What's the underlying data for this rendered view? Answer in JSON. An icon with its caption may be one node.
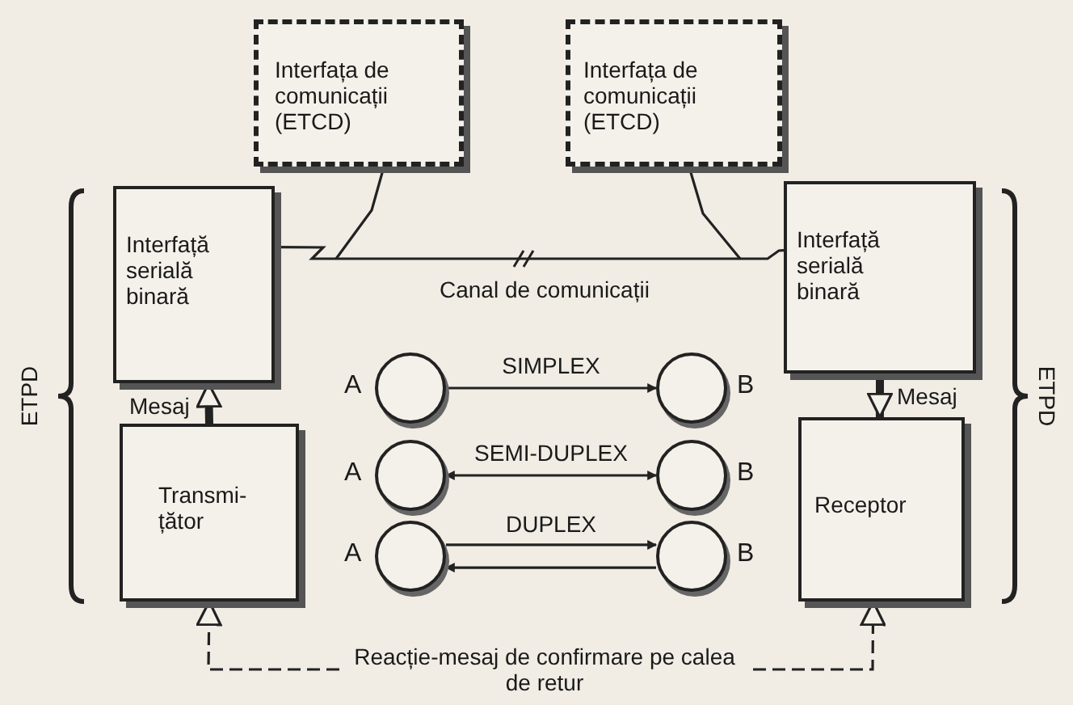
{
  "diagram": {
    "nodes": [
      {
        "text": [
          "Interfața de comunicații (ETCD)"
        ]
      },
      {
        "text": [
          "Interfața de comunicații (ETCD)"
        ]
      },
      {
        "text": [
          "Interfață serială binară"
        ]
      },
      {
        "text": [
          "Interfață serială binară"
        ]
      },
      {
        "text": [
          "Transmi- țător"
        ]
      },
      {
        "text": [
          "Receptor"
        ]
      },
      {
        "text": [],
        "shape": "circle",
        "beside": [
          "A"
        ]
      },
      {
        "text": [],
        "shape": "circle",
        "beside": [
          "B"
        ]
      },
      {
        "text": [],
        "shape": "circle",
        "beside": [
          "A"
        ]
      },
      {
        "text": [],
        "shape": "circle",
        "beside": [
          "B"
        ]
      },
      {
        "text": [],
        "shape": "circle",
        "beside": [
          "A"
        ]
      },
      {
        "text": [],
        "shape": "circle",
        "beside": [
          "B"
        ]
      }
    ],
    "edges": [
      {
        "from": 2,
        "to": 3,
        "arrow": "none",
        "label": "Canal de comunicații"
      },
      {
        "from": 0,
        "to": null,
        "arrow": "none"
      },
      {
        "from": 1,
        "to": null,
        "arrow": "none"
      },
      {
        "from": 6,
        "to": 7,
        "arrow": "to",
        "label": "SIMPLEX"
      },
      {
        "from": 8,
        "to": 9,
        "arrow": "both",
        "label": "SEMI-DUPLEX"
      },
      {
        "from": 10,
        "to": 11,
        "arrow": "to",
        "label": "DUPLEX"
      },
      {
        "from": 11,
        "to": 10,
        "arrow": "to"
      },
      {
        "from": 4,
        "to": 2,
        "arrow": "to",
        "label": "Mesaj",
        "style": "thick"
      },
      {
        "from": 3,
        "to": 5,
        "arrow": "to",
        "label": "Mesaj",
        "style": "thick"
      },
      {
        "from": 5,
        "to": 4,
        "arrow": "both",
        "label": "Reacție-mesaj de confirmare pe calea de retur",
        "style": "dashed"
      }
    ],
    "labels": [
      "ETPD",
      "ETPD"
    ]
  }
}
